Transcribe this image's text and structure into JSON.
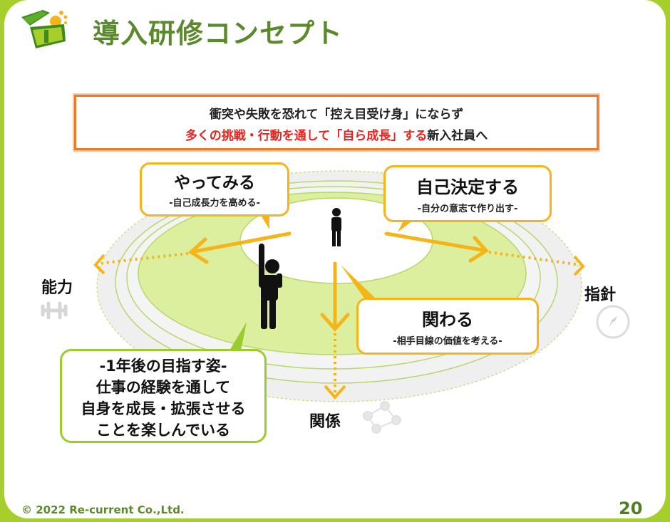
{
  "slide": {
    "title": "導入研修コンセプト",
    "logo_icon": "treasure-chest-icon",
    "banner": {
      "line1": "衝突や失敗を恐れて「控え目受け身」にならず",
      "line2_red": "多くの挑戦・行動を通して「自ら成長」する",
      "line2_black": "新入社員へ"
    },
    "bubbles": {
      "try": {
        "heading": "やってみる",
        "sub": "-自己成長力を高める-"
      },
      "decide": {
        "heading": "自己決定する",
        "sub": "-自分の意志で作り出す-"
      },
      "relate": {
        "heading": "関わる",
        "sub": "-相手目線の価値を考える-"
      }
    },
    "goal": {
      "line1": "-1年後の目指す姿-",
      "line2": "仕事の経験を通して",
      "line3": "自身を成長・拡張させる",
      "line4": "ことを楽しんでいる"
    },
    "axes": {
      "ability": {
        "label": "能力",
        "icon": "dumbbell-icon"
      },
      "guideline": {
        "label": "指針",
        "icon": "compass-icon"
      },
      "relation": {
        "label": "関係",
        "icon": "network-icon"
      }
    },
    "colors": {
      "frame": "#a6cf2c",
      "title": "#5b8a2c",
      "accent_orange": "#f5b418",
      "banner_border": "#ec7a2a",
      "emphasis_red": "#e8231e",
      "ring_green": "#d9ee9e"
    },
    "footer": {
      "copyright": "© 2022 Re-current Co.,Ltd.",
      "page_number": "20"
    }
  }
}
